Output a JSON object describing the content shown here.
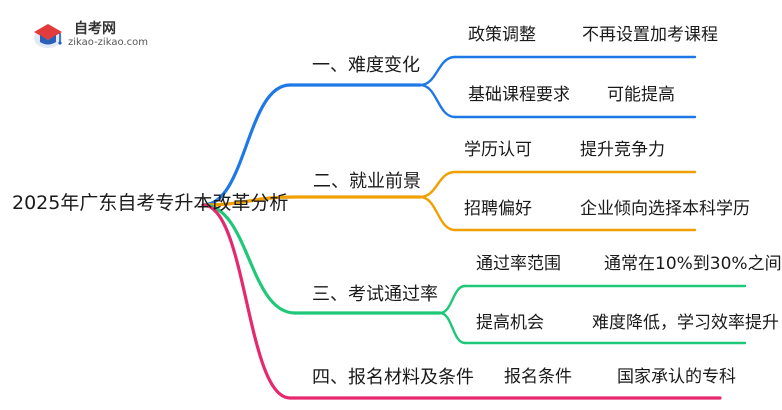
{
  "logo": {
    "name": "自考网",
    "url": "zikao-zikao.com"
  },
  "root": "2025年广东自考专升本改革分析",
  "colors": {
    "blue": "#1e78e6",
    "orange": "#f0a000",
    "green": "#1ec878",
    "pink": "#e6286e"
  },
  "branches": [
    {
      "label": "一、难度变化",
      "color": "blue",
      "children": [
        {
          "label": "政策调整",
          "detail": "不再设置加考课程"
        },
        {
          "label": "基础课程要求",
          "detail": "可能提高"
        }
      ]
    },
    {
      "label": "二、就业前景",
      "color": "orange",
      "children": [
        {
          "label": "学历认可",
          "detail": "提升竞争力"
        },
        {
          "label": "招聘偏好",
          "detail": "企业倾向选择本科学历"
        }
      ]
    },
    {
      "label": "三、考试通过率",
      "color": "green",
      "children": [
        {
          "label": "通过率范围",
          "detail": "通常在10%到30%之间"
        },
        {
          "label": "提高机会",
          "detail": "难度降低，学习效率提升"
        }
      ]
    },
    {
      "label": "四、报名材料及条件",
      "color": "pink",
      "children": [
        {
          "label": "报名条件",
          "detail": "国家承认的专科"
        }
      ]
    }
  ]
}
